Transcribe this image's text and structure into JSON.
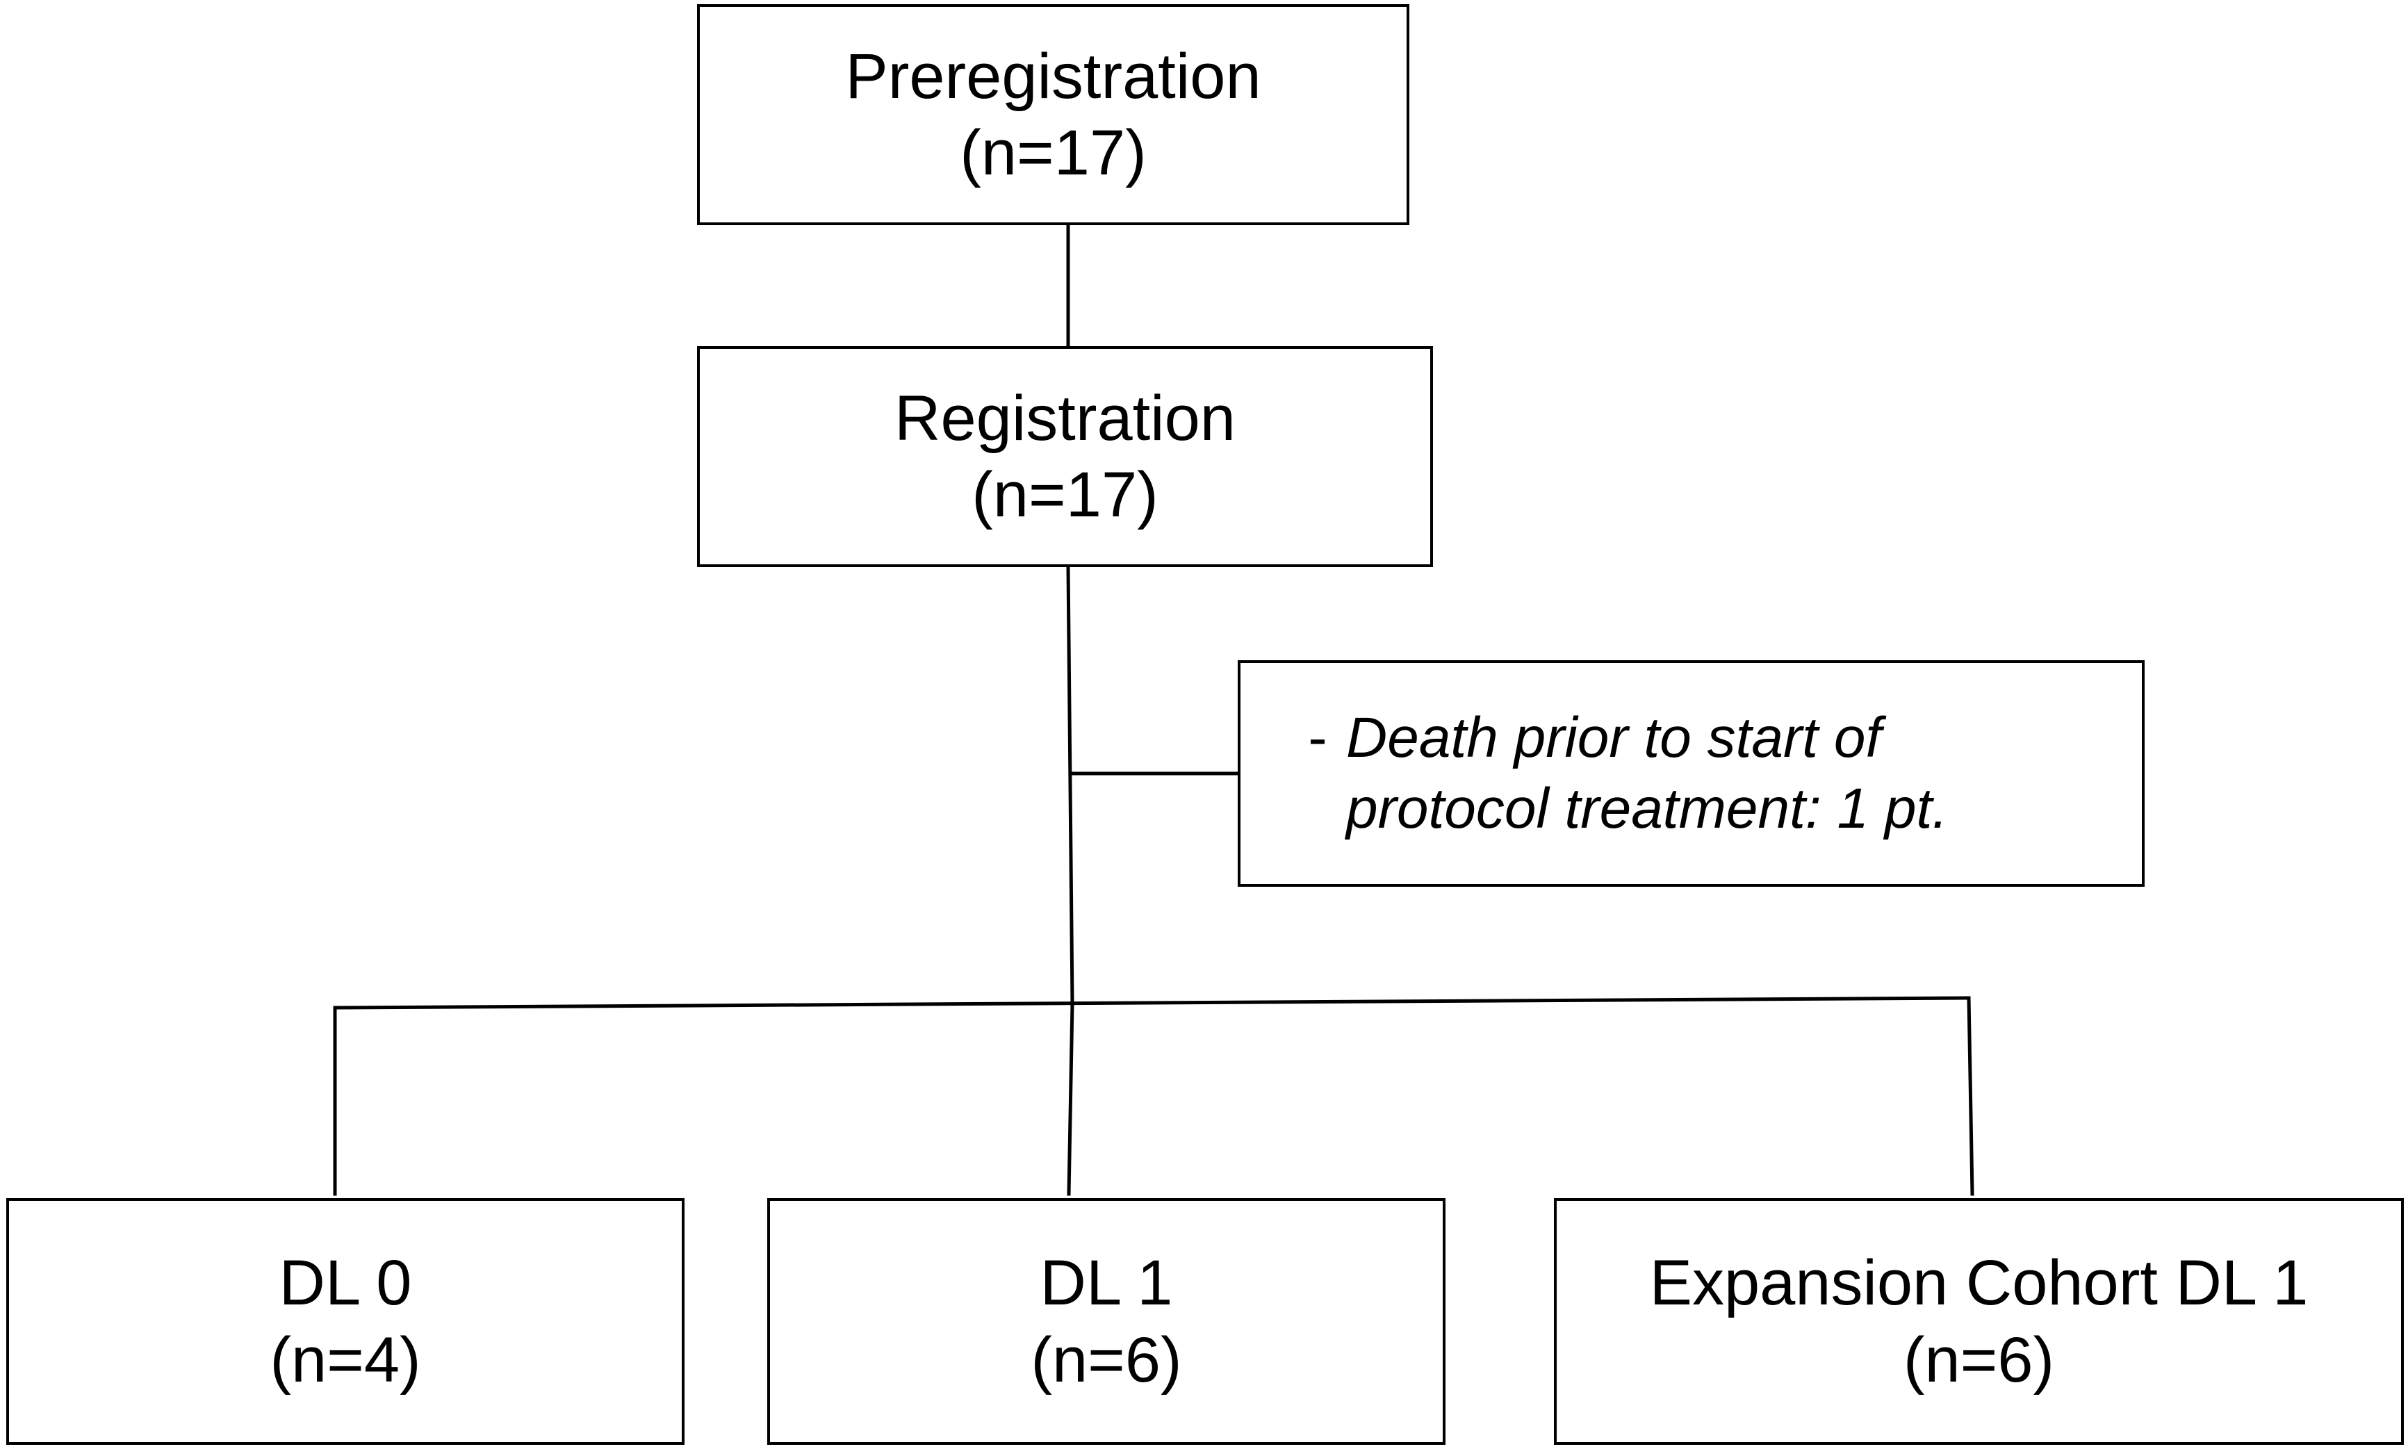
{
  "flowchart": {
    "preregistration": {
      "title": "Preregistration",
      "count": "(n=17)"
    },
    "registration": {
      "title": "Registration",
      "count": "(n=17)"
    },
    "exclusion": {
      "bullet": "-",
      "line1": "Death prior to start of",
      "line2": "protocol treatment: 1 pt."
    },
    "arms": [
      {
        "title": "DL 0",
        "count": "(n=4)"
      },
      {
        "title": "DL 1",
        "count": "(n=6)"
      },
      {
        "title": "Expansion Cohort DL 1",
        "count": "(n=6)"
      }
    ]
  },
  "colors": {
    "stroke": "#000000",
    "background": "#ffffff"
  }
}
